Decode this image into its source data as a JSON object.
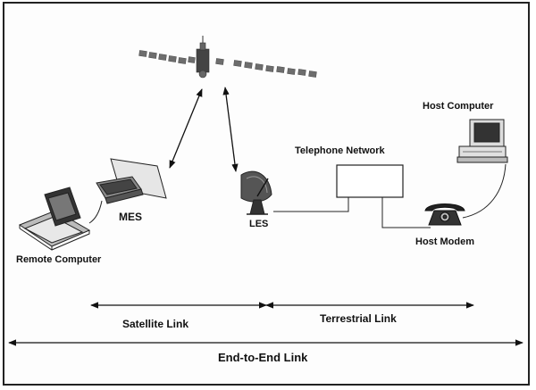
{
  "labels": {
    "remote_computer": "Remote Computer",
    "mes": "MES",
    "les": "LES",
    "telephone_network": "Telephone Network",
    "host_computer": "Host Computer",
    "host_modem": "Host Modem",
    "satellite_link": "Satellite Link",
    "terrestrial_link": "Terrestrial Link",
    "end_to_end_link": "End-to-End Link"
  },
  "icons": [
    "satellite-icon",
    "laptop-icon",
    "mobile-earth-station-icon",
    "dish-antenna-icon",
    "desktop-computer-icon",
    "telephone-icon"
  ],
  "colors": {
    "ink": "#111111",
    "frame": "#222222",
    "background": "#fdfdfd"
  }
}
